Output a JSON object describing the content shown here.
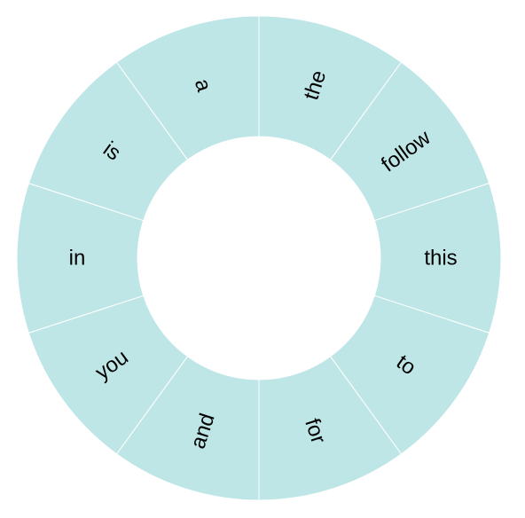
{
  "wheel": {
    "fill_color": "#bfe6e6",
    "separator_color": "#ffffff",
    "label_color": "#000000",
    "words": [
      "the",
      "follow",
      "this",
      "to",
      "for",
      "and",
      "you",
      "in",
      "is",
      "a"
    ]
  }
}
